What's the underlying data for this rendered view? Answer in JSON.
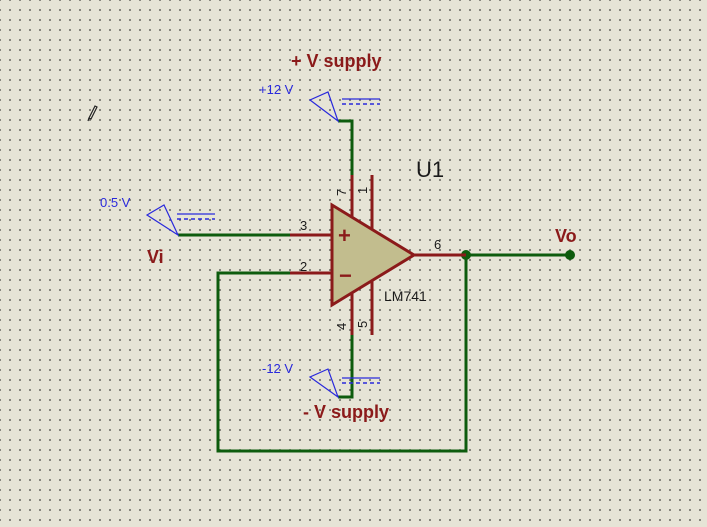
{
  "schematic": {
    "component": {
      "ref": "U1",
      "part": "LM741"
    },
    "pins": {
      "non_inverting": "3",
      "inverting": "2",
      "output": "6",
      "v_pos": "7",
      "offset_null_1": "1",
      "v_neg": "4",
      "offset_null_2": "5"
    },
    "input_signs": {
      "plus": "+",
      "minus": "−"
    },
    "sources": {
      "positive_supply": {
        "value": "+12 V",
        "label": "+ V supply"
      },
      "negative_supply": {
        "value": "-12 V",
        "label": "- V supply"
      },
      "input": {
        "value": "0.5 V",
        "label": "Vi"
      }
    },
    "output_label": "Vo"
  },
  "colors": {
    "background": "#e6e4d6",
    "wire": "#0d5c0d",
    "component": "#8b1a1a",
    "component_fill": "#c2bd8e",
    "generator": "#2a2adc",
    "label": "#8b1a1a"
  },
  "icons": {
    "cursor": "pencil-icon"
  }
}
